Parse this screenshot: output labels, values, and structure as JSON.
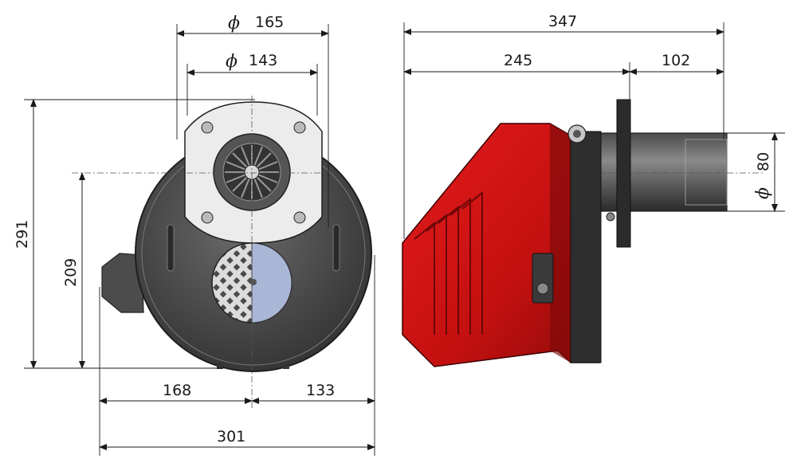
{
  "dimensions": {
    "phi_symbol": "ϕ",
    "top_outer_diameter": "165",
    "top_inner_diameter": "143",
    "overall_length": "347",
    "body_length": "245",
    "tube_length": "102",
    "tube_diameter": "80",
    "overall_height": "291",
    "center_height": "209",
    "left_offset": "168",
    "right_offset": "133",
    "overall_width": "301"
  },
  "colors": {
    "housing_dark": "#3a3a3a",
    "housing_mid": "#5a5a5a",
    "fan_plate": "#ececec",
    "burner_red": "#d11414",
    "burner_red_dark": "#8c0a0a",
    "sight_glass": "#a9b6d6",
    "flange": "#2b2b2b"
  }
}
